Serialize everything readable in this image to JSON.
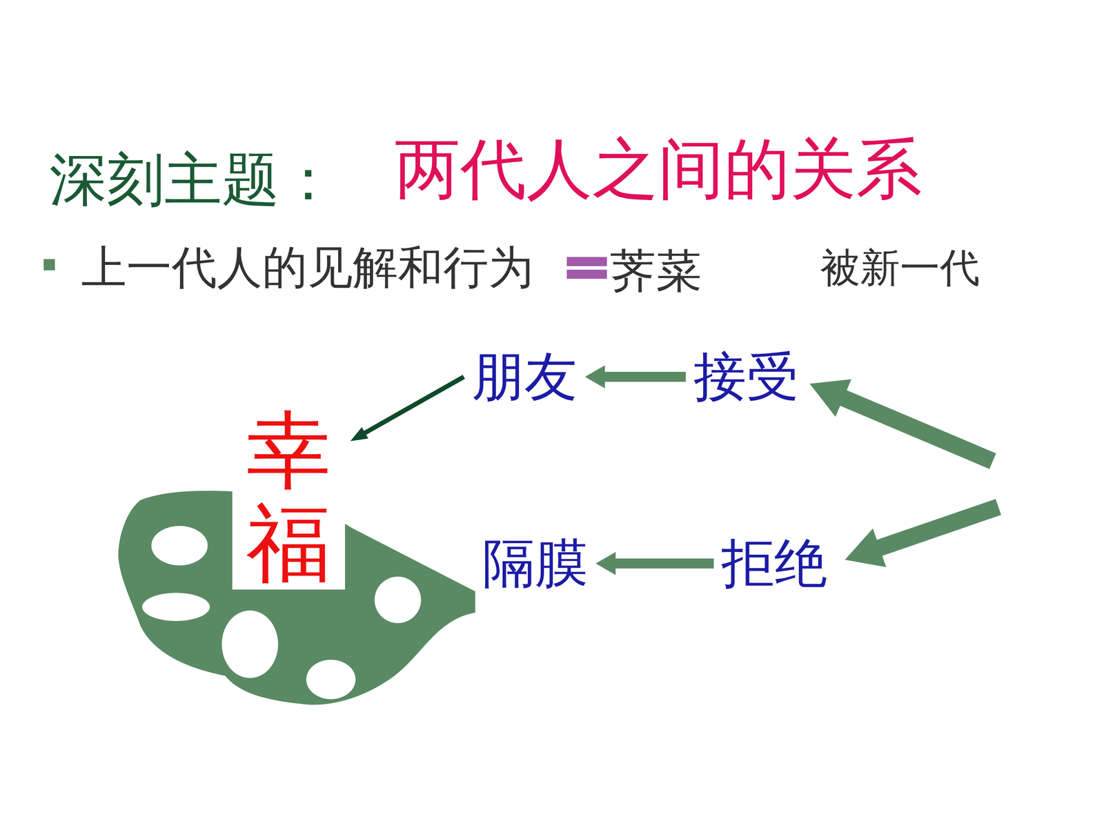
{
  "diagram": {
    "title": "深刻主题：",
    "nodes": [
      {
        "text": [
          "朋友"
        ]
      },
      {
        "text": [
          "接受"
        ]
      },
      {
        "text": [
          "幸福"
        ]
      },
      {
        "text": [
          "隔膜"
        ]
      },
      {
        "text": [
          "拒绝"
        ]
      }
    ],
    "edges": [
      {
        "from": 1,
        "to": 0,
        "arrow": "to"
      },
      {
        "from": 0,
        "to": 2,
        "arrow": "to"
      },
      {
        "from": 4,
        "to": 3,
        "arrow": "to"
      }
    ],
    "labels": [
      "两代人之间的关系",
      "上一代人的见解和行为",
      "荠菜",
      "被新一代"
    ]
  }
}
